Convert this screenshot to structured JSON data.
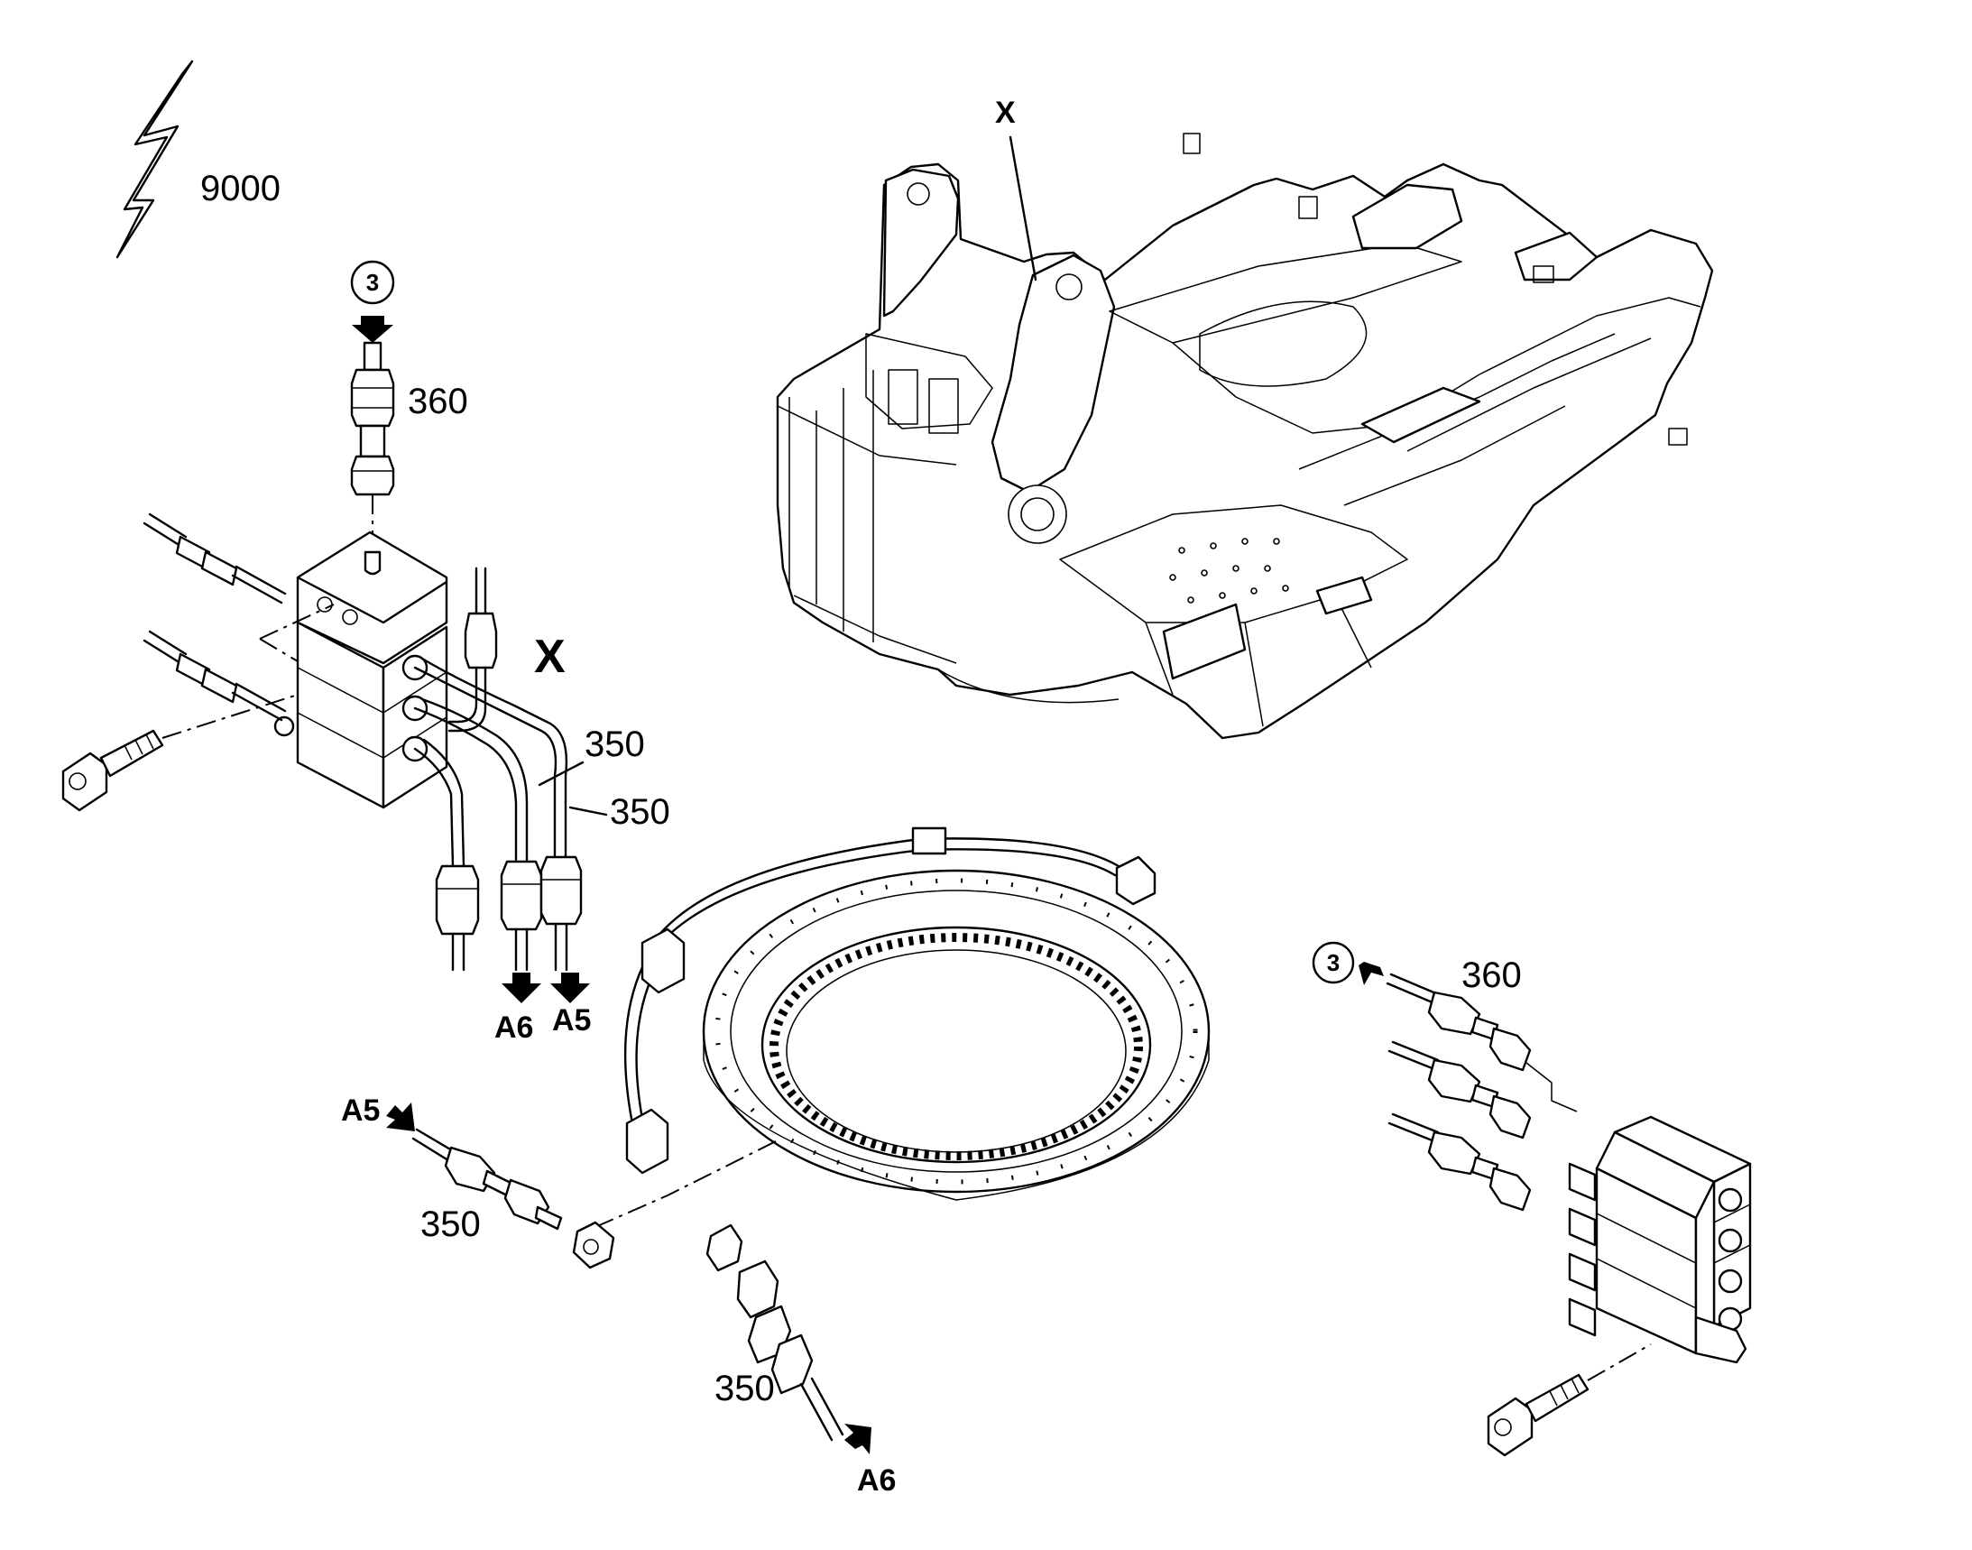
{
  "callouts": {
    "flash_ref": "9000",
    "view_marker": "X",
    "detail_marker": "X",
    "ref_circle_top": "3",
    "ref_circle_right": "3",
    "part_360_top": "360",
    "part_350_a": "350",
    "part_350_b": "350",
    "part_360_right": "360",
    "part_350_left": "350",
    "part_350_bottom": "350"
  },
  "connections": {
    "a6_top": "A6",
    "a5_top": "A5",
    "a5_left": "A5",
    "a6_bottom": "A6"
  }
}
